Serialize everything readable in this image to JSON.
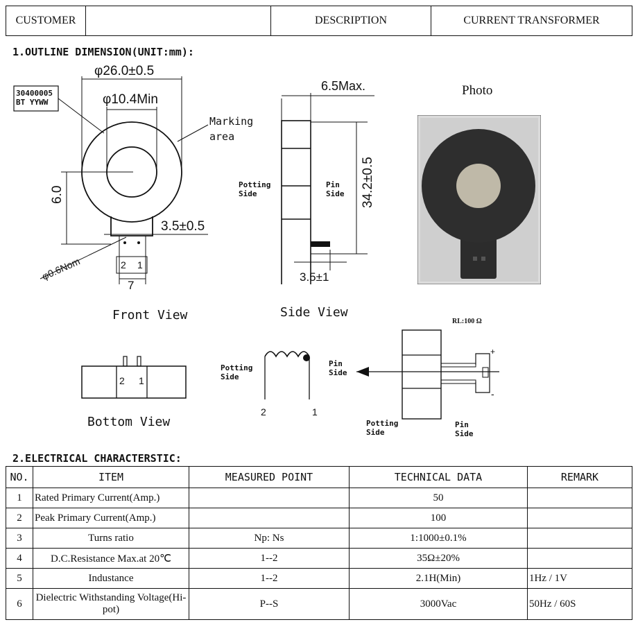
{
  "header": {
    "customer_label": "CUSTOMER",
    "customer_value": "",
    "description_label": "DESCRIPTION",
    "description_value": "CURRENT TRANSFORMER"
  },
  "section1": {
    "title": "1.OUTLINE DIMENSION(UNIT:mm):",
    "front_view": {
      "label": "Front View",
      "outer_diameter": "φ26.0±0.5",
      "inner_diameter": "φ10.4Min",
      "marking_label_line1": "Marking",
      "marking_label_line2": "area",
      "marking_box_line1": "30400005",
      "marking_box_line2": "BT  YYWW",
      "height_dim": "6.0",
      "pin_spacing": "3.5±0.5",
      "pin_diameter": "φ0.6Nom",
      "pin_2": "2",
      "pin_1": "1",
      "tab_width": "7"
    },
    "side_view": {
      "label": "Side View",
      "thickness": "6.5Max.",
      "height": "34.2±0.5",
      "potting_side": "Potting Side",
      "pin_side": "Pin Side",
      "pin_offset": "3.5±1"
    },
    "photo": {
      "label": "Photo"
    },
    "bottom_view": {
      "label": "Bottom View",
      "pin_2": "2",
      "pin_1": "1"
    },
    "schematic": {
      "potting_side": "Potting Side",
      "pin_side": "Pin Side",
      "pin_2": "2",
      "pin_1": "1"
    },
    "test_circuit": {
      "load": "RL:100 Ω",
      "plus": "+",
      "minus": "-",
      "potting_side": "Potting Side",
      "pin_side": "Pin Side"
    }
  },
  "section2": {
    "title": "2.ELECTRICAL CHARACTERSTIC:",
    "columns": [
      "NO.",
      "ITEM",
      "MEASURED POINT",
      "TECHNICAL DATA",
      "REMARK"
    ],
    "rows": [
      {
        "no": "1",
        "item": "Rated Primary Current(Amp.)",
        "point": "",
        "data": "50",
        "remark": ""
      },
      {
        "no": "2",
        "item": "Peak Primary Current(Amp.)",
        "point": "",
        "data": "100",
        "remark": ""
      },
      {
        "no": "3",
        "item": "Turns ratio",
        "point": "Np: Ns",
        "data": "1:1000±0.1%",
        "remark": ""
      },
      {
        "no": "4",
        "item": "D.C.Resistance Max.at 20℃",
        "point": "1--2",
        "data": "35Ω±20%",
        "remark": ""
      },
      {
        "no": "5",
        "item": "Industance",
        "point": "1--2",
        "data": "2.1H(Min)",
        "remark": "1Hz / 1V"
      },
      {
        "no": "6",
        "item": "Dielectric Withstanding Voltage(Hi-pot)",
        "point": "P--S",
        "data": "3000Vac",
        "remark": "50Hz / 60S"
      }
    ]
  }
}
